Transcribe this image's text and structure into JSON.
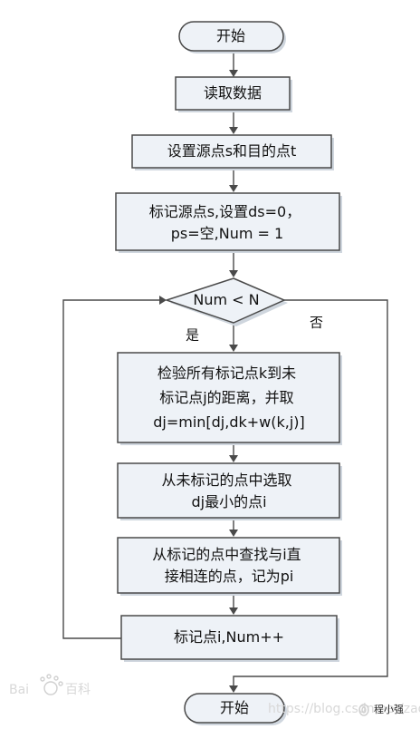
{
  "flowchart": {
    "nodes": {
      "start": [
        "开始"
      ],
      "read_data": [
        "读取数据"
      ],
      "set_source_target": [
        "设置源点s和目的点t"
      ],
      "mark_source": [
        "标记源点s,设置ds=0，",
        "ps=空,Num = 1"
      ],
      "decision": [
        "Num < N"
      ],
      "check_distance": [
        "检验所有标记点k到未",
        "标记点j的距离，并取",
        "dj=min[dj,dk+w(k,j)]"
      ],
      "select_min": [
        "从未标记的点中选取",
        "dj最小的点i"
      ],
      "find_predecessor": [
        "从标记的点中查找与i直",
        "接相连的点，记为pi"
      ],
      "mark_i": [
        "标记点i,Num++"
      ],
      "end": [
        "开始"
      ]
    },
    "branch_labels": {
      "yes": "是",
      "no": "否"
    }
  },
  "watermarks": {
    "baidu": "Bai",
    "baidu_suffix": "百科",
    "site": "https://blog.csdn.net/zaow",
    "author": "程小强"
  },
  "colors": {
    "shape_fill": "#eef2f7",
    "shape_stroke": "#4a4a4a",
    "connector": "#4a4a4a",
    "text": "#111111"
  }
}
